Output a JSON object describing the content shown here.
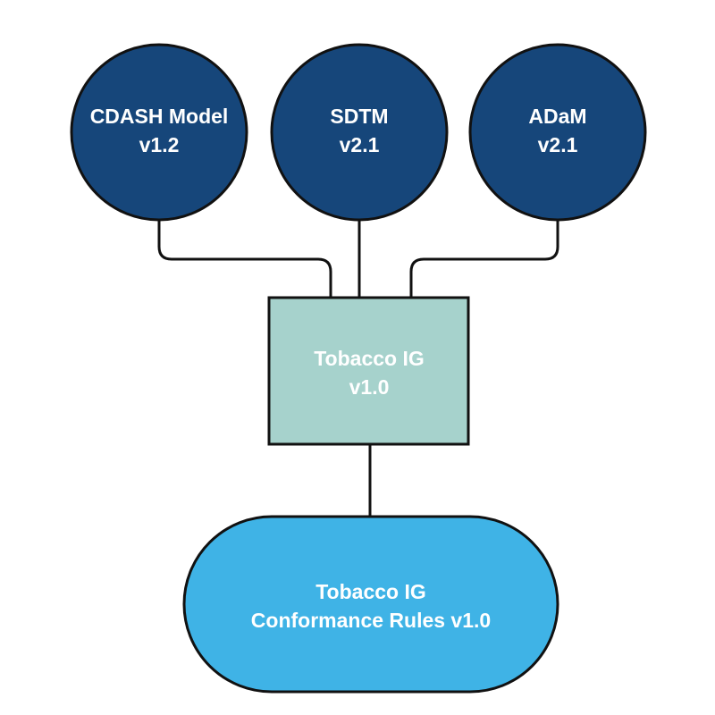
{
  "diagram": {
    "nodes": [
      {
        "id": "cdash",
        "lines": [
          "CDASH Model",
          "v1.2"
        ],
        "shape": "circle",
        "fill": "#16467a",
        "text_color": "#ffffff"
      },
      {
        "id": "sdtm",
        "lines": [
          "SDTM",
          "v2.1"
        ],
        "shape": "circle",
        "fill": "#16467a",
        "text_color": "#ffffff"
      },
      {
        "id": "adam",
        "lines": [
          "ADaM",
          "v2.1"
        ],
        "shape": "circle",
        "fill": "#16467a",
        "text_color": "#ffffff"
      },
      {
        "id": "tobacco_ig",
        "lines": [
          "Tobacco IG",
          "v1.0"
        ],
        "shape": "rectangle",
        "fill": "#a6d2cc",
        "text_color": "#ffffff"
      },
      {
        "id": "conformance",
        "lines": [
          "Tobacco IG",
          "Conformance Rules v1.0"
        ],
        "shape": "stadium",
        "fill": "#3fb3e6",
        "text_color": "#ffffff"
      }
    ],
    "edges": [
      {
        "from": "cdash",
        "to": "tobacco_ig"
      },
      {
        "from": "sdtm",
        "to": "tobacco_ig"
      },
      {
        "from": "adam",
        "to": "tobacco_ig"
      },
      {
        "from": "tobacco_ig",
        "to": "conformance"
      }
    ],
    "colors": {
      "stroke": "#111111",
      "background": "#ffffff"
    }
  }
}
